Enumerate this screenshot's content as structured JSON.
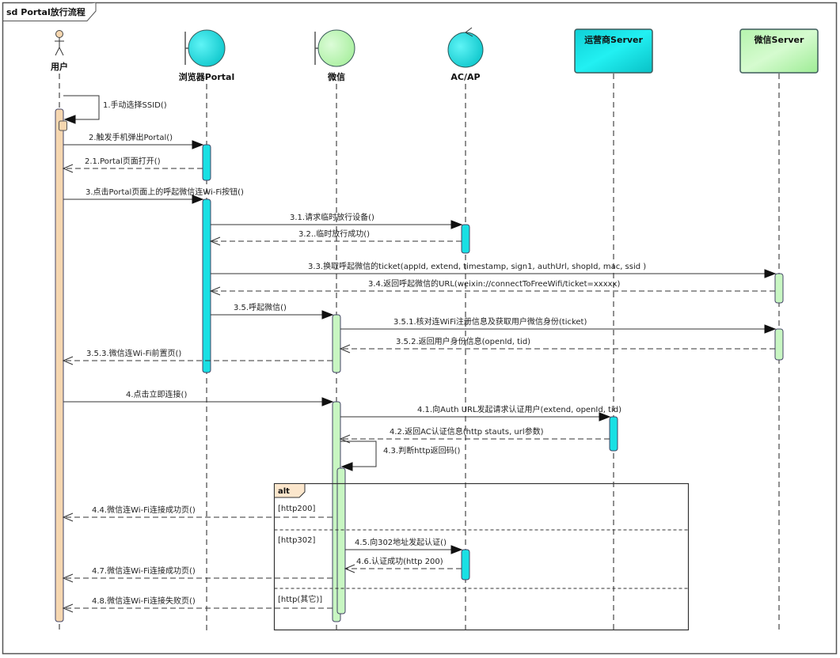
{
  "frame": {
    "title": "sd Portal放行流程"
  },
  "colors": {
    "cyan": "#19d6dc",
    "green": "#c4f5c0",
    "actor": "#f6d7b0"
  },
  "lifelines": [
    {
      "id": "user",
      "label": "用户",
      "kind": "actor"
    },
    {
      "id": "portal",
      "label": "浏览器Portal",
      "kind": "boundary",
      "color": "cyan"
    },
    {
      "id": "wechat",
      "label": "微信",
      "kind": "boundary",
      "color": "green"
    },
    {
      "id": "acap",
      "label": "AC/AP",
      "kind": "control",
      "color": "cyan"
    },
    {
      "id": "opserver",
      "label": "运营商Server",
      "kind": "box",
      "color": "cyan"
    },
    {
      "id": "wxserver",
      "label": "微信Server",
      "kind": "box",
      "color": "green"
    }
  ],
  "messages": [
    {
      "label": "1.手动选择SSID()",
      "from": "user",
      "to": "user",
      "type": "self"
    },
    {
      "label": "2.触发手机弹出Portal()",
      "from": "user",
      "to": "portal",
      "type": "sync"
    },
    {
      "label": "2.1.Portal页面打开()",
      "from": "portal",
      "to": "user",
      "type": "return"
    },
    {
      "label": "3.点击Portal页面上的呼起微信连Wi-Fi按钮()",
      "from": "user",
      "to": "portal",
      "type": "sync"
    },
    {
      "label": "3.1.请求临时放行设备()",
      "from": "portal",
      "to": "acap",
      "type": "sync"
    },
    {
      "label": "3.2..临时放行成功()",
      "from": "acap",
      "to": "portal",
      "type": "return"
    },
    {
      "label": "3.3.换取呼起微信的ticket(appId, extend, timestamp, sign1, authUrl, shopId, mac, ssid )",
      "from": "portal",
      "to": "wxserver",
      "type": "sync"
    },
    {
      "label": "3.4.返回呼起微信的URL(weixin://connectToFreeWifi/ticket=xxxxx)",
      "from": "wxserver",
      "to": "portal",
      "type": "return"
    },
    {
      "label": "3.5.呼起微信()",
      "from": "portal",
      "to": "wechat",
      "type": "sync"
    },
    {
      "label": "3.5.1.核对连WiFi注册信息及获取用户微信身份(ticket)",
      "from": "wechat",
      "to": "wxserver",
      "type": "sync"
    },
    {
      "label": "3.5.2.返回用户身份信息(openId, tid)",
      "from": "wxserver",
      "to": "wechat",
      "type": "return"
    },
    {
      "label": "3.5.3.微信连Wi-Fi前置页()",
      "from": "wechat",
      "to": "user",
      "type": "return"
    },
    {
      "label": "4.点击立即连接()",
      "from": "user",
      "to": "wechat",
      "type": "sync"
    },
    {
      "label": "4.1.向Auth URL发起请求认证用户(extend, openId, tid)",
      "from": "wechat",
      "to": "opserver",
      "type": "sync"
    },
    {
      "label": "4.2.返回AC认证信息(http stauts, url参数)",
      "from": "opserver",
      "to": "wechat",
      "type": "return"
    },
    {
      "label": "4.3.判断http返回码()",
      "from": "wechat",
      "to": "wechat",
      "type": "self"
    },
    {
      "label": "4.4.微信连Wi-Fi连接成功页()",
      "from": "wechat",
      "to": "user",
      "type": "return"
    },
    {
      "label": "4.5.向302地址发起认证()",
      "from": "wechat",
      "to": "acap",
      "type": "sync"
    },
    {
      "label": "4.6.认证成功(http 200)",
      "from": "acap",
      "to": "wechat",
      "type": "return"
    },
    {
      "label": "4.7.微信连Wi-Fi连接成功页()",
      "from": "wechat",
      "to": "user",
      "type": "return"
    },
    {
      "label": "4.8.微信连Wi-Fi连接失败页()",
      "from": "wechat",
      "to": "user",
      "type": "return"
    }
  ],
  "fragment": {
    "operator": "alt",
    "guards": [
      "[http200]",
      "[http302]",
      "[http(其它)]"
    ]
  }
}
